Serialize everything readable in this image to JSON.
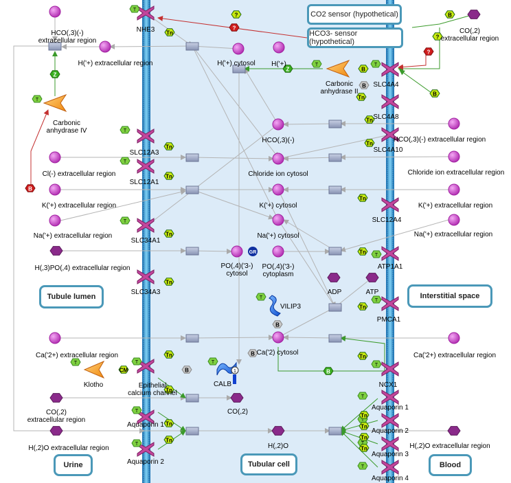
{
  "sensors": {
    "co2": "CO2 sensor (hypothetical)",
    "hco3": "HCO3- sensor (hypothetical)"
  },
  "regions": {
    "lumen": "Tubule lumen",
    "interstitial": "Interstitial space",
    "urine": "Urine",
    "cell": "Tubular cell",
    "blood": "Blood"
  },
  "species": [
    "HCO(,3)(-)\nextracellular region",
    "H('+) extracellular region",
    "H('+) cytosol",
    "H('+)",
    "CO(,2)\nextracellular region",
    "HCO(,3)(-)",
    "HCO(,3)(-) extracellular region",
    "Cl(-) extracellular region",
    "Chloride ion cytosol",
    "Chloride ion extracellular region",
    "K('+) extracellular region",
    "K('+) cytosol",
    "K('+) extracellular region",
    "Na('+) extracellular region",
    "Na('+) cytosol",
    "Na('+) extracellular region",
    "H(,3)PO(,4) extracellular region",
    "PO(,4)('3-)\ncytosol",
    "PO(,4)('3-)\ncytoplasm",
    "ADP",
    "ATP",
    "Ca('2+) extracellular region",
    "Ca('2) cytosol",
    "Ca('2+) extracellular region",
    "CO(,2)\nextracellular region",
    "CO(,2)",
    "H(,2)O extracellular region",
    "H(,2)O",
    "H(,2)O extracellular region"
  ],
  "proteins": [
    "NHE3",
    "SLC4A4",
    "SLC4A8",
    "SLC4A10",
    "SLC12A3",
    "SLC12A1",
    "SLC12A4",
    "SLC34A1",
    "SLC34A3",
    "ATP1A1",
    "PMCA1",
    "NCX1",
    "Epithelial\ncalcium channel",
    "Aquaporin 1",
    "Aquaporin 2",
    "Aquaporin 1",
    "Aquaporin 2",
    "Aquaporin 3",
    "Aquaporin 4",
    "Carbonic\nanhydrase IV",
    "Carbonic\nanhydrase II",
    "Klotho",
    "CALB",
    "VILIP3"
  ],
  "badges": {
    "T": "T",
    "Tn": "Tn",
    "Z": "Z",
    "B": "B",
    "Q": "?",
    "GR": "GR",
    "CM": "CM",
    "one": "1"
  }
}
